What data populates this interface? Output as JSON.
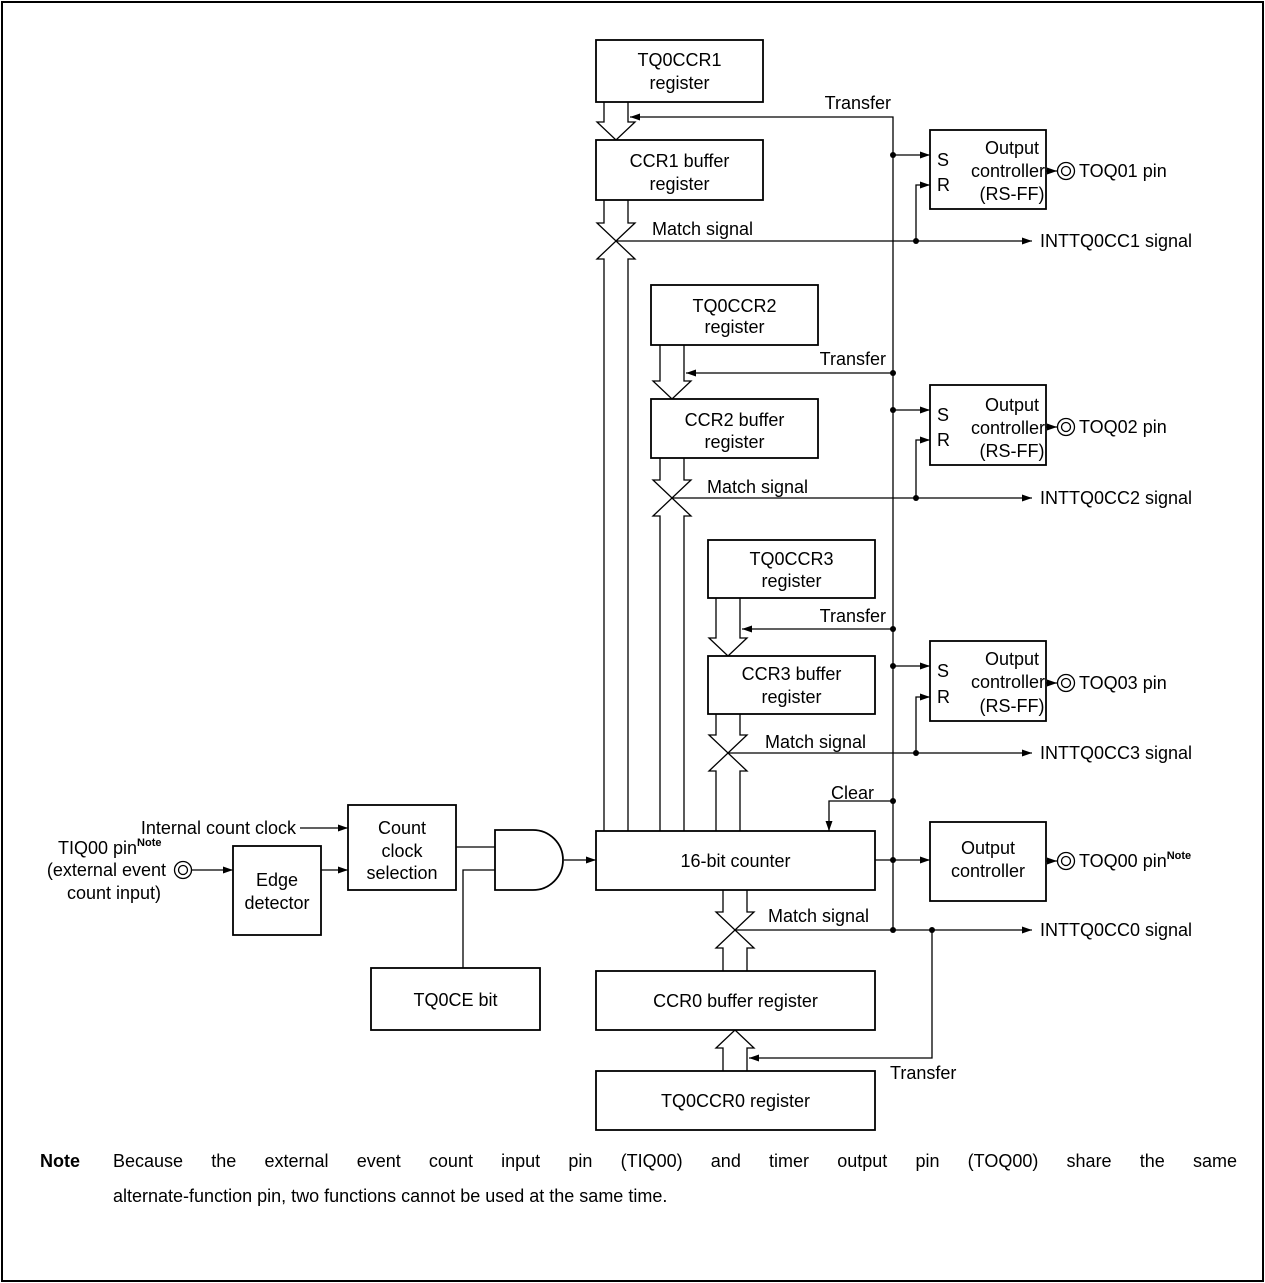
{
  "blocks": {
    "tq0ccr1": [
      "TQ0CCR1",
      "register"
    ],
    "ccr1_buffer": [
      "CCR1 buffer",
      "register"
    ],
    "tq0ccr2": [
      "TQ0CCR2",
      "register"
    ],
    "ccr2_buffer": [
      "CCR2 buffer",
      "register"
    ],
    "tq0ccr3": [
      "TQ0CCR3",
      "register"
    ],
    "ccr3_buffer": [
      "CCR3 buffer",
      "register"
    ],
    "counter": "16-bit counter",
    "ccr0_buffer": "CCR0 buffer register",
    "tq0ccr0": "TQ0CCR0 register",
    "count_clock_selection": [
      "Count",
      "clock",
      "selection"
    ],
    "edge_detector": [
      "Edge",
      "detector"
    ],
    "tq0ce_bit": "TQ0CE bit"
  },
  "channels": [
    {
      "transfer": "Transfer",
      "match": "Match signal",
      "interrupt": "INTTQ0CC1 signal",
      "output_controller": {
        "set": "S",
        "reset": "R",
        "lines": [
          "Output",
          "controller",
          "(RS-FF)"
        ]
      },
      "pin": "TOQ01 pin"
    },
    {
      "transfer": "Transfer",
      "match": "Match signal",
      "interrupt": "INTTQ0CC2 signal",
      "output_controller": {
        "set": "S",
        "reset": "R",
        "lines": [
          "Output",
          "controller",
          "(RS-FF)"
        ]
      },
      "pin": "TOQ02 pin"
    },
    {
      "transfer": "Transfer",
      "match": "Match signal",
      "interrupt": "INTTQ0CC3 signal",
      "output_controller": {
        "set": "S",
        "reset": "R",
        "lines": [
          "Output",
          "controller",
          "(RS-FF)"
        ]
      },
      "pin": "TOQ03 pin"
    }
  ],
  "channel0": {
    "transfer": "Transfer",
    "match": "Match signal",
    "interrupt": "INTTQ0CC0 signal",
    "clear": "Clear",
    "output_controller": [
      "Output",
      "controller"
    ],
    "pin": "TOQ00 pin",
    "pin_note": "Note"
  },
  "inputs": {
    "internal_clock": "Internal count clock",
    "tiq00_pin": "TIQ00 pin",
    "tiq00_note": "Note",
    "tiq00_desc": [
      "(external event",
      "count input)"
    ]
  },
  "footnote": {
    "label": "Note",
    "lines": [
      "Because the external event count input pin (TIQ00) and timer output pin (TOQ00) share the same",
      "alternate-function pin, two functions cannot be used at the same time."
    ]
  }
}
